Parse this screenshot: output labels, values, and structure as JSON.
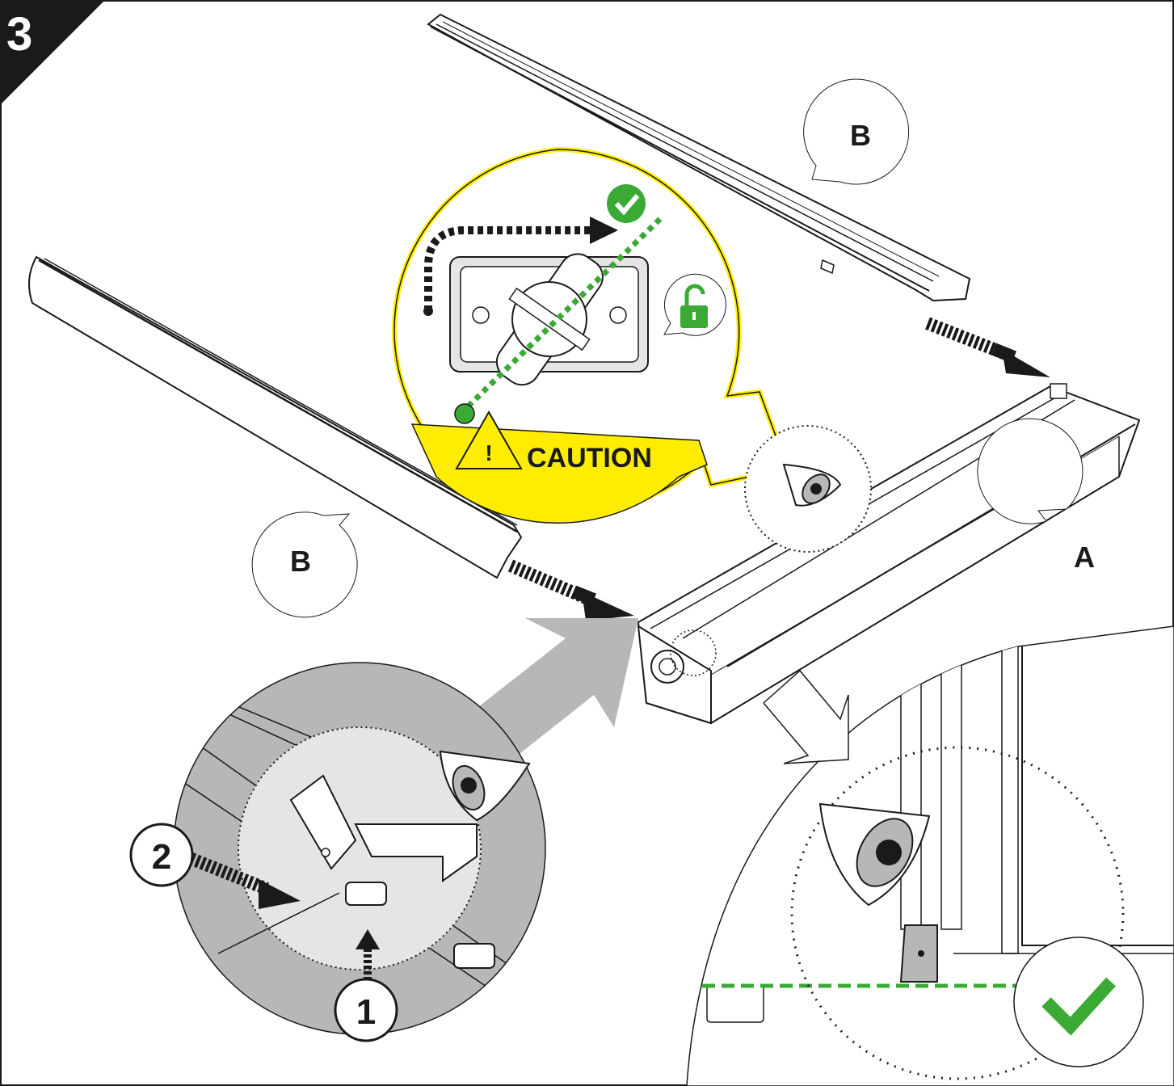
{
  "step": {
    "number": "3"
  },
  "labels": {
    "part_b_top": "B",
    "part_b_left": "B",
    "part_a": "A",
    "step_1": "1",
    "step_2": "2"
  },
  "caution": {
    "text": "CAUTION",
    "mark": "!"
  },
  "icons": {
    "lock": "unlock-icon",
    "ok_small": "check-icon",
    "ok_large": "check-icon",
    "eye": "eye-icon",
    "warning": "warning-triangle-icon"
  },
  "colors": {
    "green": "#3aaa35",
    "yellow": "#ffed00",
    "dark": "#1a1a1a",
    "grey": "#b7b7b7",
    "light_grey": "#e5e5e5"
  }
}
